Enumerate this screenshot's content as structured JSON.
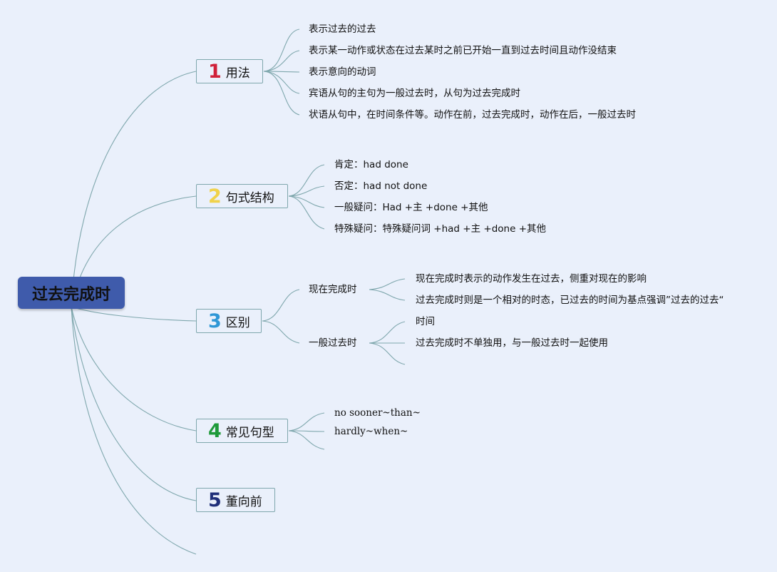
{
  "root": {
    "label": "过去完成时"
  },
  "branches": [
    {
      "num": "1",
      "num_color": "#d0213a",
      "label": "用法",
      "items": [
        "表示过去的过去",
        "表示某一动作或状态在过去某时之前已开始一直到过去时间且动作没结束",
        "表示意向的动词",
        "宾语从句的主句为一般过去时，从句为过去完成时",
        "状语从句中，在时间条件等。动作在前，过去完成时，动作在后，一般过去时"
      ]
    },
    {
      "num": "2",
      "num_color": "#f0d24a",
      "label": "句式结构",
      "items": [
        "肯定：had done",
        "否定：had not done",
        "一般疑问：Had +主 +done +其他",
        "特殊疑问：特殊疑问词 +had +主 +done +其他"
      ]
    },
    {
      "num": "3",
      "num_color": "#2f97d6",
      "label": "区别",
      "groups": [
        {
          "label": "现在完成时",
          "items": [
            "现在完成时表示的动作发生在过去，侧重对现在的影响",
            "过去完成时则是一个相对的时态，已过去的时间为基点强调”过去的过去“"
          ]
        },
        {
          "label": "一般过去时",
          "items": [
            "时间",
            "过去完成时不单独用，与一般过去时一起使用",
            ""
          ]
        }
      ]
    },
    {
      "num": "4",
      "num_color": "#1e9a3a",
      "label": "常见句型",
      "items": [
        "no sooner~than~",
        "hardly~when~",
        ""
      ]
    },
    {
      "num": "5",
      "num_color": "#1f2f7a",
      "label": "董向前",
      "items": []
    }
  ],
  "colors": {
    "background": "#eaf0fb",
    "root": "#3f5bab",
    "connector": "#7fa7ad"
  }
}
